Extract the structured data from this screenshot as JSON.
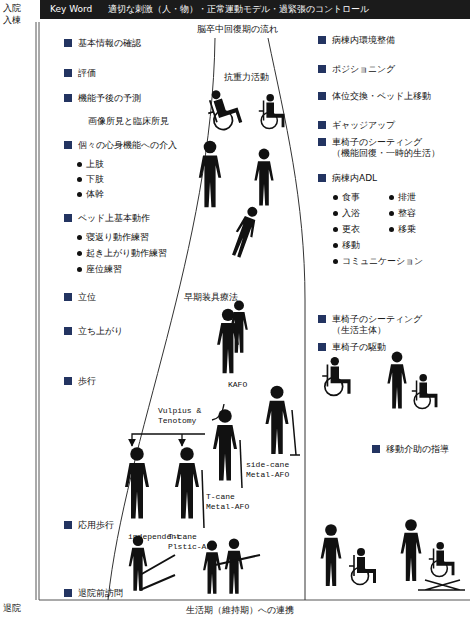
{
  "diagram": {
    "labels": [
      "入院",
      "入棟",
      "Key Word",
      "適切な刺激（人・物）・正常運動モデル・過緊張のコントロール",
      "脳卒中回復期の流れ",
      "基本情報の確認",
      "評価",
      "機能予後の予測",
      "画像所見と臨床所見",
      "個々の心身機能への介入",
      "上肢",
      "下肢",
      "体幹",
      "ベッド上基本動作",
      "寝返り動作練習",
      "起き上がり動作練習",
      "座位練習",
      "立位",
      "立ち上がり",
      "歩行",
      "応用歩行",
      "退院前訪問",
      "退院",
      "抗重力活動",
      "早期装具療法",
      "KAFO",
      "Vulpius & Tenotomy",
      "side-cane Metal-AFO",
      "T-cane Metal-AFO",
      "independent",
      "T-cane Plstic-AFO",
      "病棟内環境整備",
      "ポジショニング",
      "体位交換・ベッド上移動",
      "ギャッジアップ",
      "車椅子のシーティング （機能回復・一時的生活）",
      "病棟内ADL",
      "食事",
      "排泄",
      "入浴",
      "整容",
      "更衣",
      "移乗",
      "移動",
      "コミュニケーション",
      "車椅子のシーティング （生活主体）",
      "車椅子の駆動",
      "移動介助の指導",
      "生活期（維持期）への連携"
    ]
  }
}
